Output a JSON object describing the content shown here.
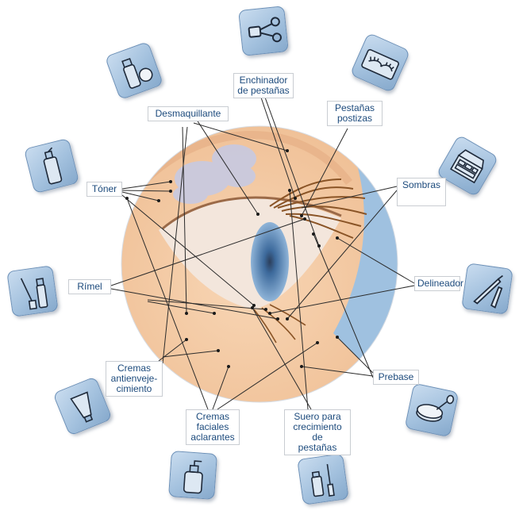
{
  "labels": {
    "enchinador": "Enchinador\nde pestañas",
    "pestanas_postizas": "Pestañas\npostizas",
    "desmaquillante": "Desmaquillante",
    "toner": "Tóner",
    "sombras": "Sombras",
    "rimel": "Rímel",
    "delineador": "Delineador",
    "cremas_antienvejecimiento": "Cremas\nantienveje-\ncimiento",
    "prebase": "Prebase",
    "cremas_faciales_aclarantes": "Cremas\nfaciales\naclarantes",
    "suero": "Suero para\ncrecimiento de\npestañas"
  },
  "icons": {
    "eyelash_curler": "eyelash-curler-icon",
    "false_lashes": "false-lashes-icon",
    "eyeshadow_palette": "eyeshadow-palette-icon",
    "eyeliner_pencils": "eyeliner-pencils-icon",
    "compact_brush": "compact-brush-icon",
    "serum_bottle": "serum-bottle-icon",
    "pump_bottle": "pump-bottle-icon",
    "cream_tube": "cream-tube-icon",
    "mascara": "mascara-icon",
    "toner_bottle": "toner-bottle-icon",
    "remover_bottle": "remover-bottle-icon"
  },
  "colors": {
    "label_text": "#1c4a7c",
    "tile_border": "#6a8fb7",
    "skin": "#f5cba6",
    "backdrop_blue": "#9fc1e0",
    "lash": "#8a5426",
    "iris": "#6b99c7"
  }
}
